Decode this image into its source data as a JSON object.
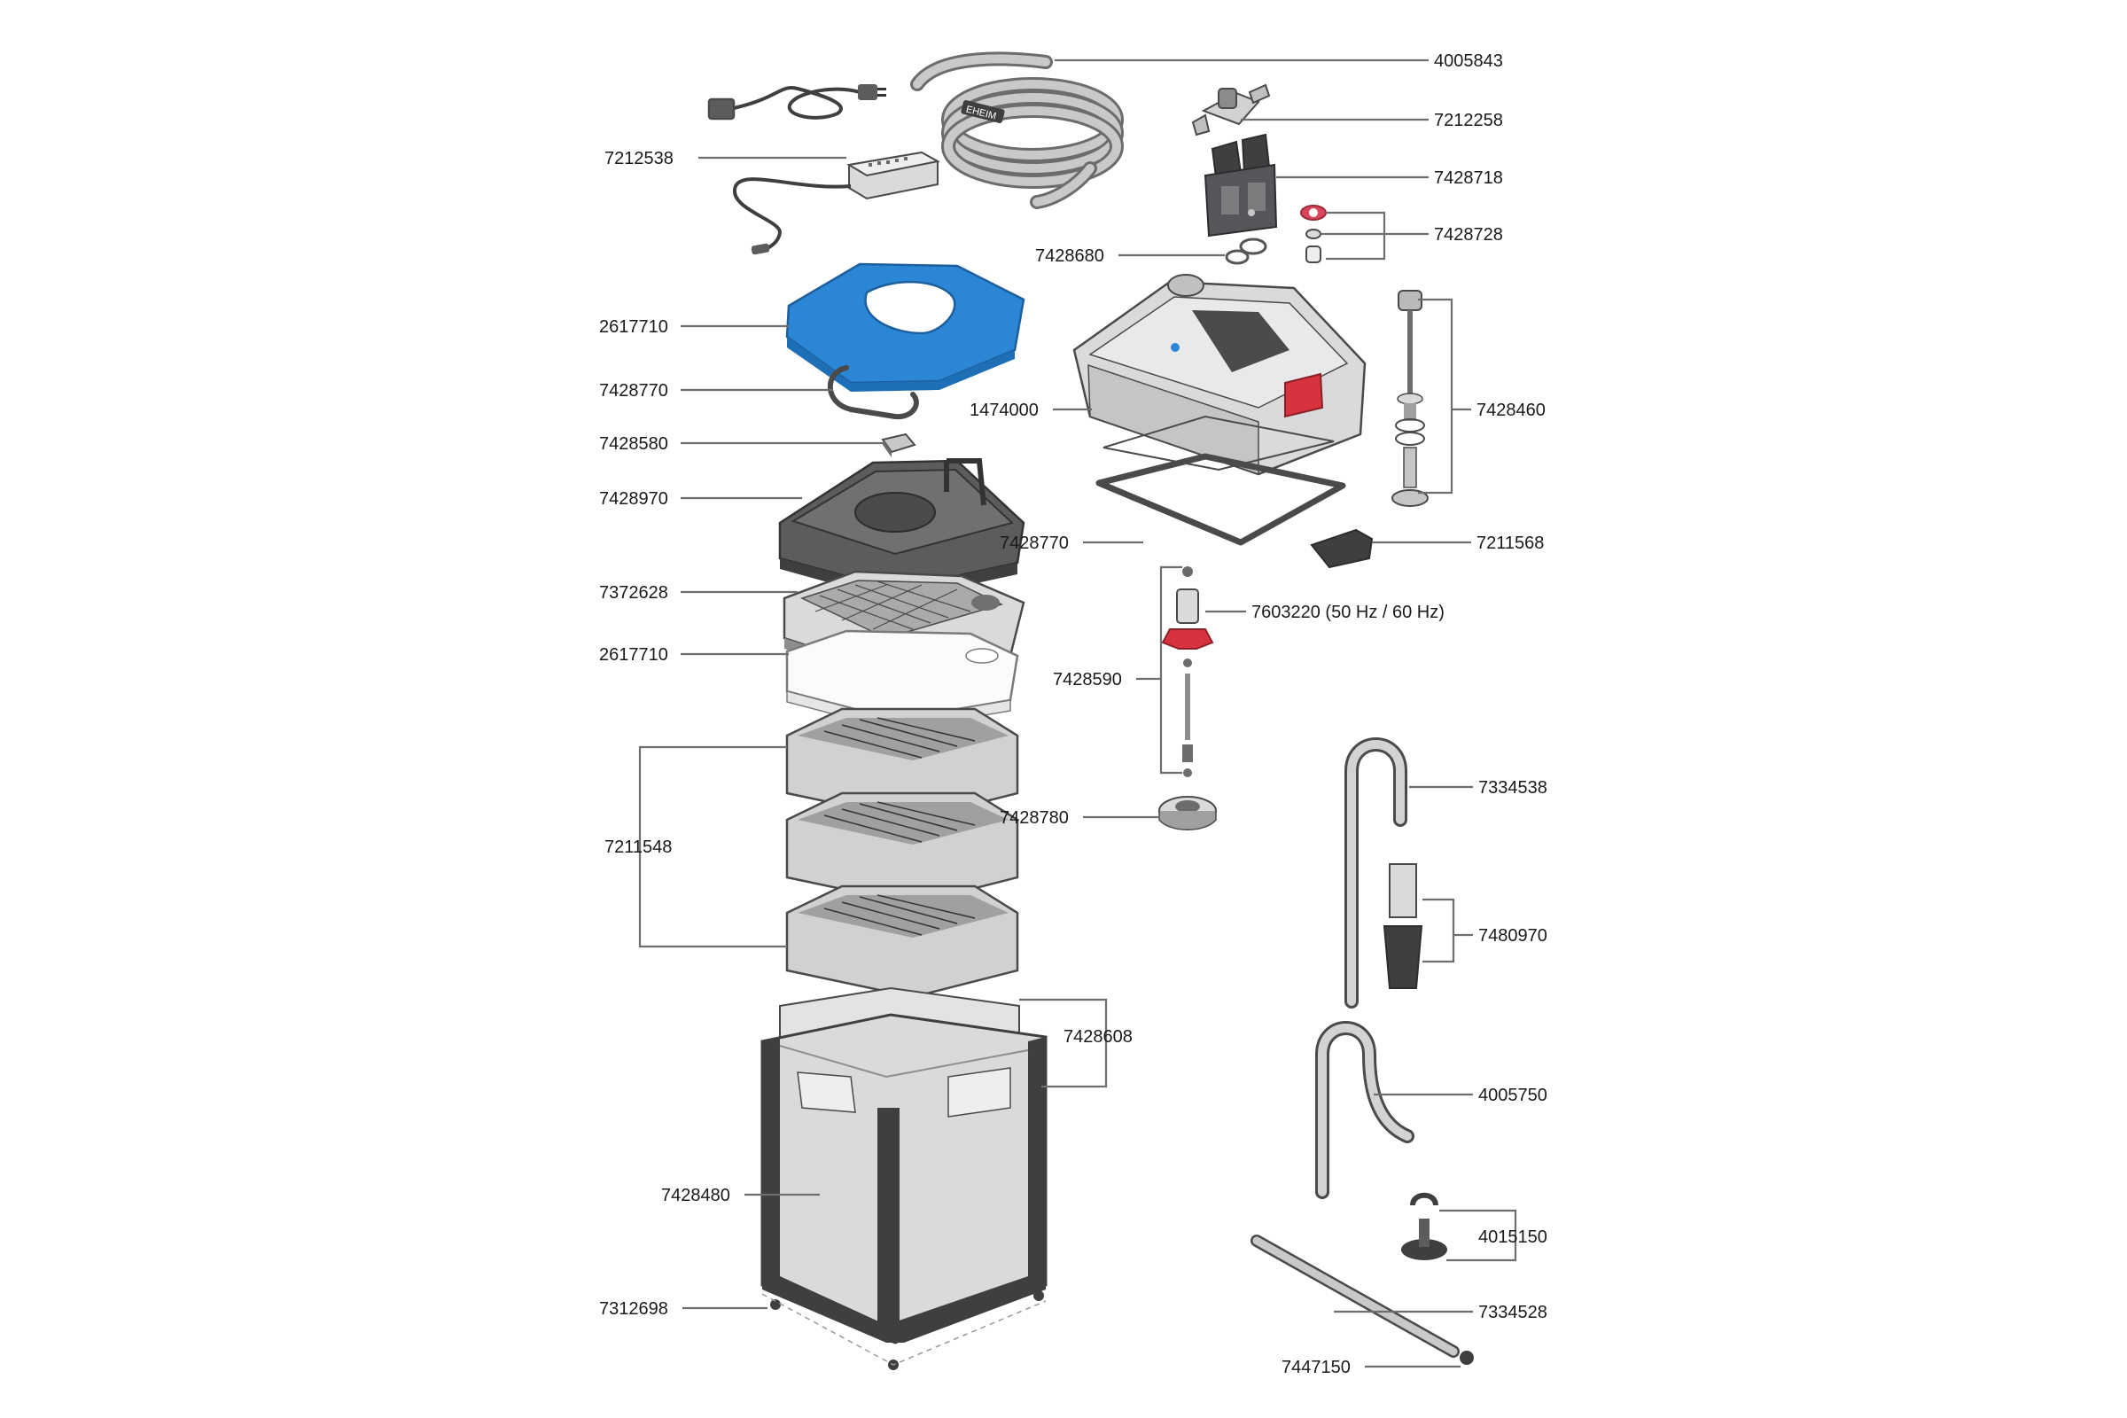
{
  "labels": {
    "tube_4005843": "4005843",
    "clip_7212258": "7212258",
    "adapter_7428718": "7428718",
    "seals_7428728": "7428728",
    "oring_7428680": "7428680",
    "powersupply_7212538": "7212538",
    "pad_2617710_top": "2617710",
    "gasket_7428770_left": "7428770",
    "cap_7428580": "7428580",
    "lid_7428970": "7428970",
    "tray_7372628": "7372628",
    "pad_2617710_mid": "2617710",
    "pumphead_1474000": "1474000",
    "spray_7428460": "7428460",
    "gasket_7428770_right": "7428770",
    "clip_7211568": "7211568",
    "impeller_7603220": "7603220 (50 Hz / 60 Hz)",
    "shaft_7428590": "7428590",
    "cover_7428780": "7428780",
    "baskets_7211548": "7211548",
    "handles_7428608": "7428608",
    "canister_7428480": "7428480",
    "feet_7312698": "7312698",
    "intake_7334538": "7334538",
    "strainer_7480970": "7480970",
    "outlet_4005750": "4005750",
    "suction_4015150": "4015150",
    "spraybar_7334528": "7334528",
    "endcap_7447150": "7447150"
  },
  "brand_text": "EHEIM",
  "colors": {
    "accent_pad": "#2b86d6",
    "impeller_red": "#d6333f",
    "seal_red": "#d9455a",
    "body_grey": "#d9dadb",
    "dark_grey": "#5b5c5e"
  }
}
